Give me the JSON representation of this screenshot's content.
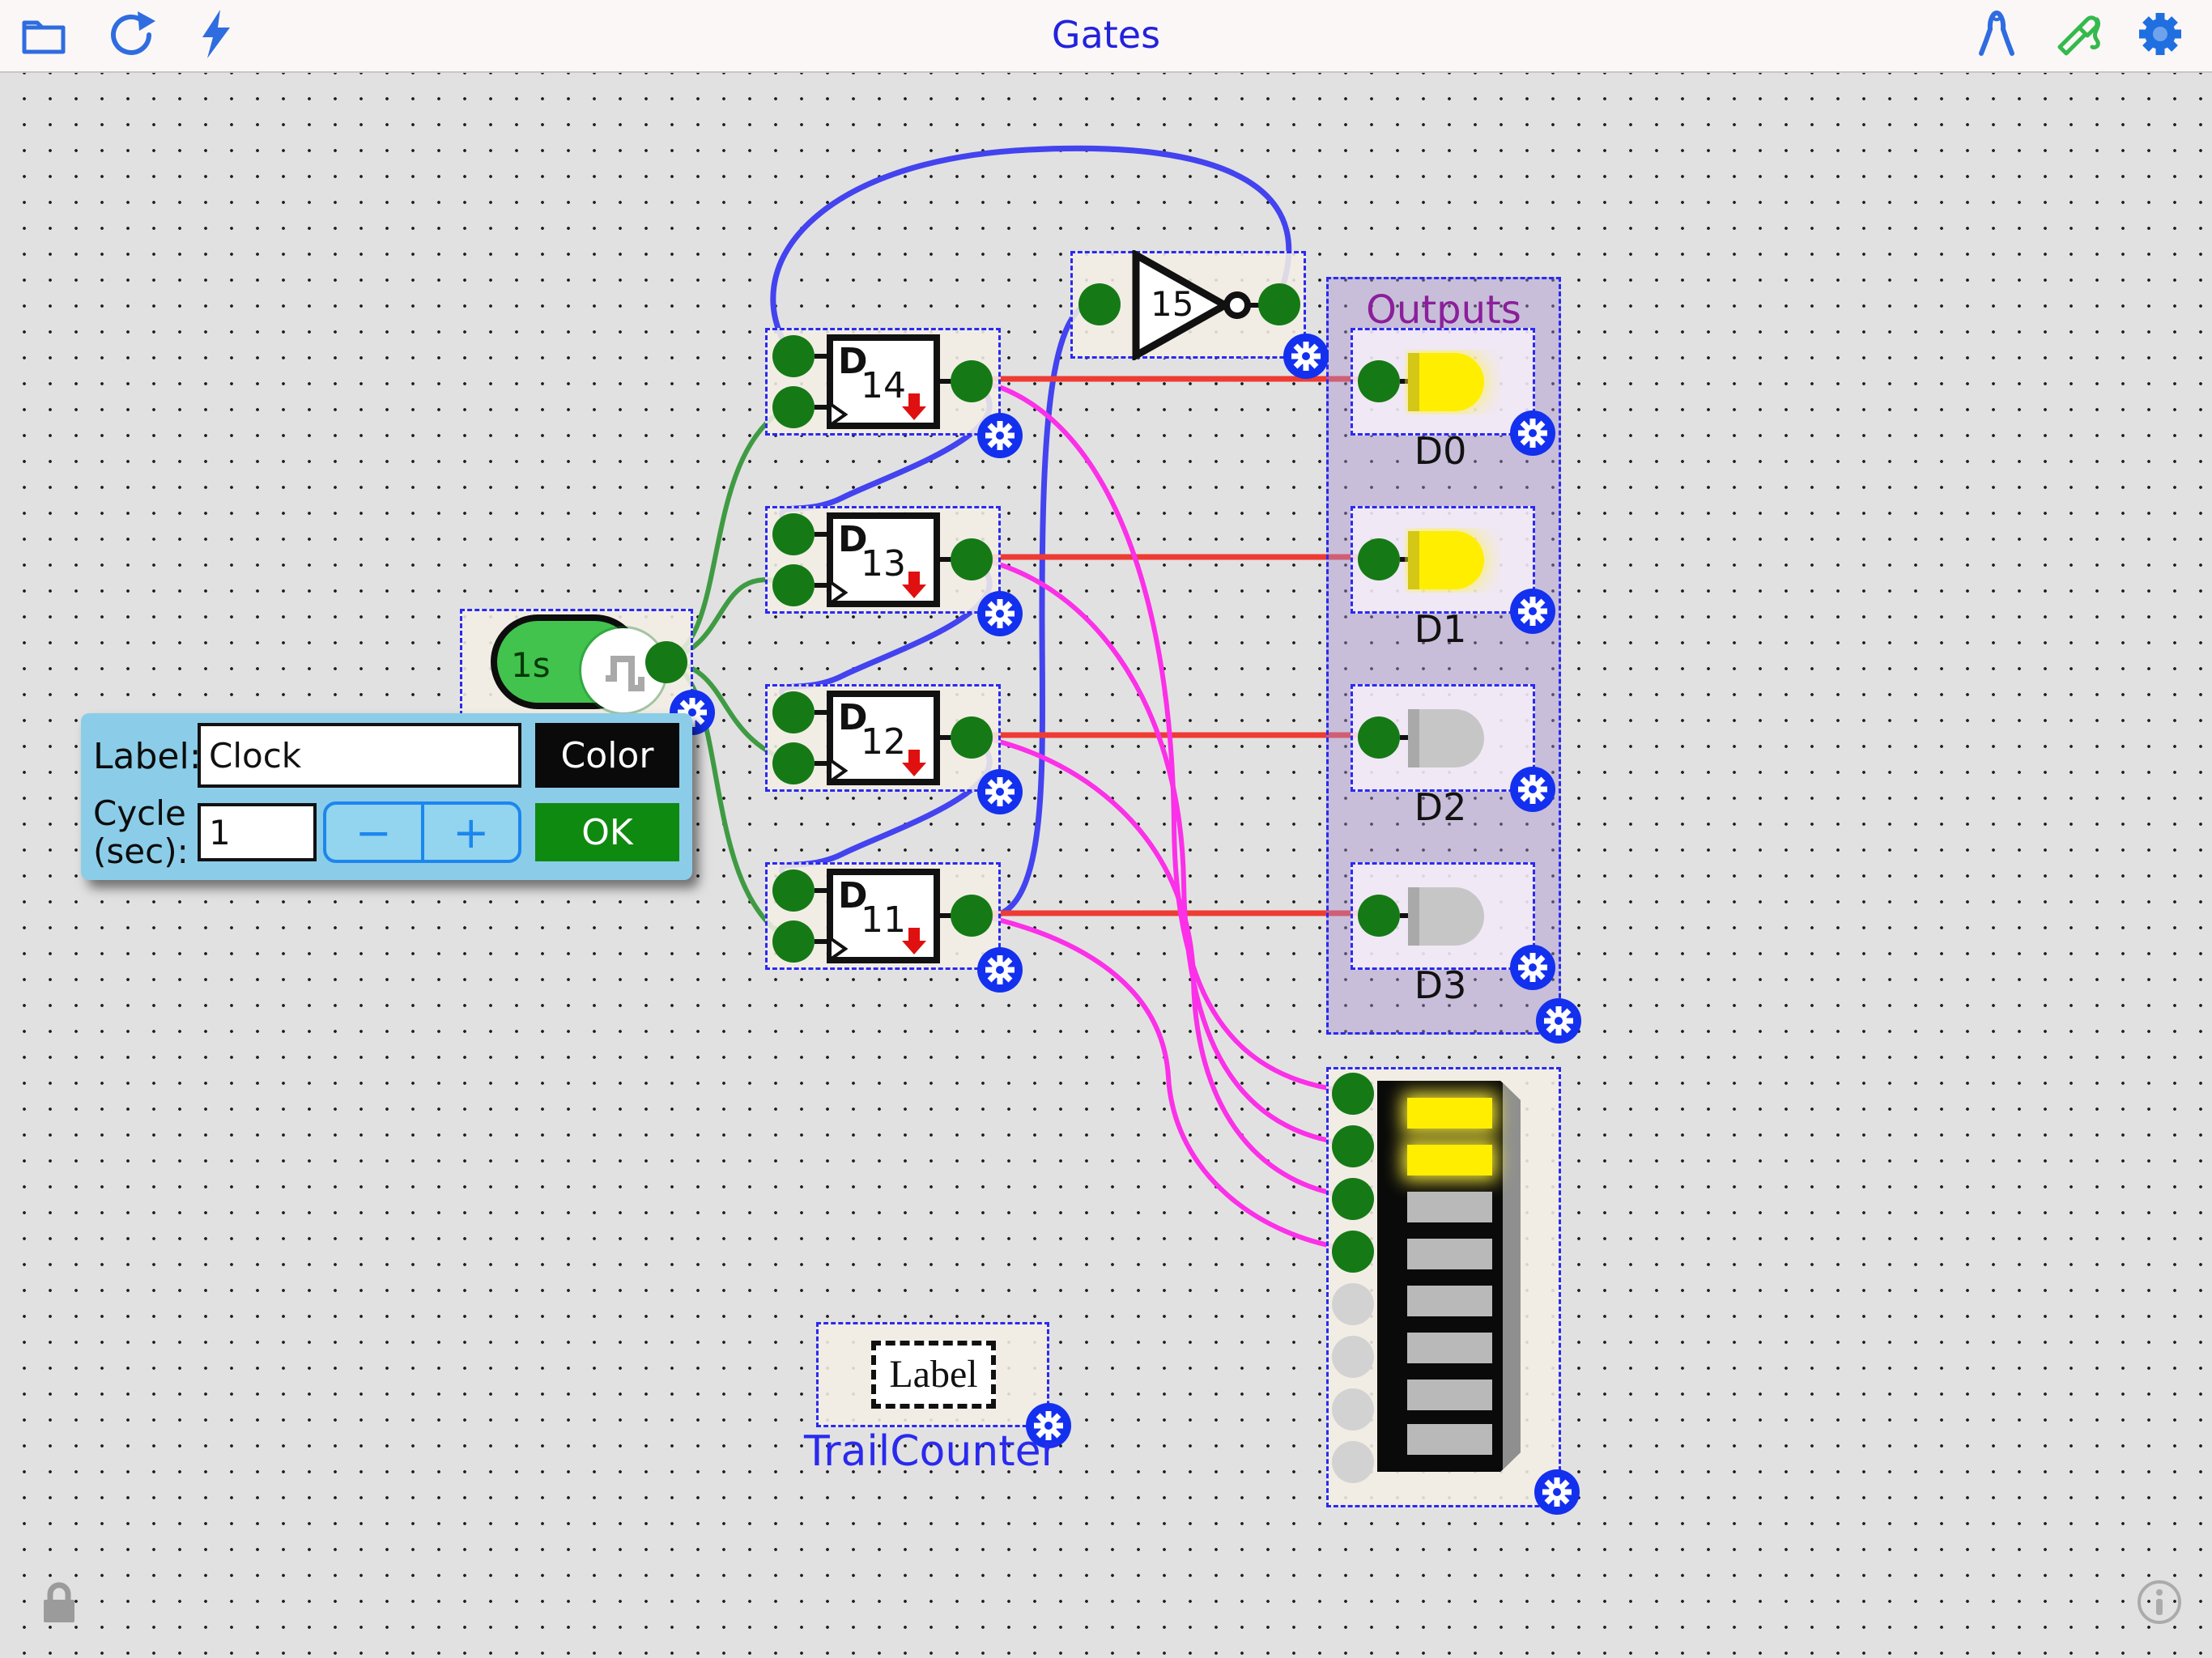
{
  "header": {
    "title": "Gates"
  },
  "toolbar": {
    "left_icons": [
      "folder",
      "redo",
      "run"
    ],
    "right_icons": [
      "pliers",
      "probe",
      "settings"
    ]
  },
  "clock": {
    "badge": "1s"
  },
  "dialog": {
    "label_label": "Label:",
    "label_value": "Clock",
    "color_button": "Color",
    "cycle_label_line1": "Cycle",
    "cycle_label_line2": "(sec):",
    "cycle_value": "1",
    "minus": "−",
    "plus": "+",
    "ok": "OK"
  },
  "flipflop_port_label": "D",
  "flipflops": [
    {
      "id": "14"
    },
    {
      "id": "13"
    },
    {
      "id": "12"
    },
    {
      "id": "11"
    }
  ],
  "not_gate": {
    "id": "15"
  },
  "outputs": {
    "title": "Outputs",
    "leds": [
      {
        "label": "D0",
        "on": true
      },
      {
        "label": "D1",
        "on": true
      },
      {
        "label": "D2",
        "on": false
      },
      {
        "label": "D3",
        "on": false
      }
    ]
  },
  "bargraph": {
    "segments_total": 8,
    "segments_lit": 2,
    "inputs_connected": 4
  },
  "label_component": {
    "text": "Label",
    "caption": "TrailCounter"
  },
  "colors": {
    "wire_green": "#3f9b43",
    "wire_blue": "#4343ef",
    "wire_red": "#ee3b34",
    "wire_magenta": "#fb30e8",
    "led_on": "#ffee00",
    "port_green": "#157a15",
    "accent_blue": "#1330ee",
    "dialog_bg": "#8bcde8",
    "ok_green": "#0f8a10",
    "title_blue": "#2222dd",
    "group_purple": "#8b1f9b"
  }
}
